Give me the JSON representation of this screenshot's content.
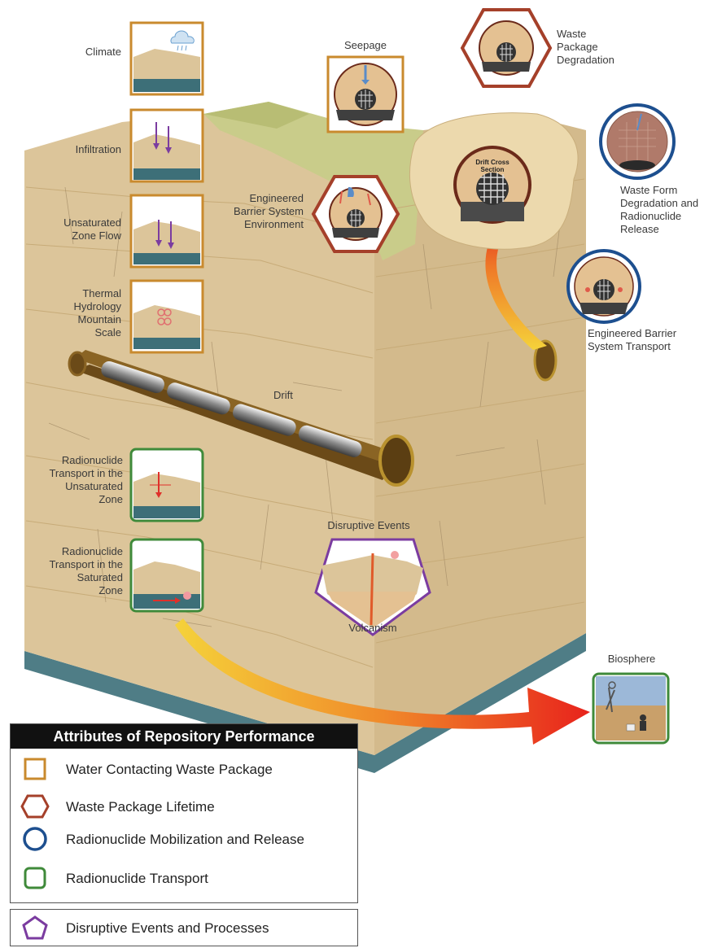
{
  "labels": {
    "climate": "Climate",
    "infiltration": "Infiltration",
    "unsaturated_1": "Unsaturated",
    "unsaturated_2": "Zone Flow",
    "thermal_1": "Thermal",
    "thermal_2": "Hydrology",
    "thermal_3": "Mountain",
    "thermal_4": "Scale",
    "seepage": "Seepage",
    "wp_degradation_1": "Waste",
    "wp_degradation_2": "Package",
    "wp_degradation_3": "Degradation",
    "ebs_env_1": "Engineered",
    "ebs_env_2": "Barrier System",
    "ebs_env_3": "Environment",
    "wf_degradation_1": "Waste Form",
    "wf_degradation_2": "Degradation and",
    "wf_degradation_3": "Radionuclide",
    "wf_degradation_4": "Release",
    "ebs_transport_1": "Engineered Barrier",
    "ebs_transport_2": "System Transport",
    "drift": "Drift",
    "drift_cross_1": "Drift Cross",
    "drift_cross_2": "Section",
    "rt_unsat_1": "Radionuclide",
    "rt_unsat_2": "Transport in the",
    "rt_unsat_3": "Unsaturated",
    "rt_unsat_4": "Zone",
    "rt_sat_1": "Radionuclide",
    "rt_sat_2": "Transport in the",
    "rt_sat_3": "Saturated",
    "rt_sat_4": "Zone",
    "disruptive": "Disruptive Events",
    "volcanism": "Volcanism",
    "biosphere": "Biosphere"
  },
  "legend": {
    "title": "Attributes of Repository Performance",
    "items": [
      {
        "label": "Water Contacting Waste Package",
        "symbol": "square",
        "color": "#c98a2e"
      },
      {
        "label": "Waste Package Lifetime",
        "symbol": "hexagon",
        "color": "#a5402a"
      },
      {
        "label": "Radionuclide Mobilization and Release",
        "symbol": "circle",
        "color": "#1d4f8f"
      },
      {
        "label": "Radionuclide Transport",
        "symbol": "square",
        "color": "#3f8a3a"
      }
    ],
    "extra": {
      "label": "Disruptive Events and Processes",
      "symbol": "pentagon",
      "color": "#7b3ca0"
    }
  },
  "colors": {
    "rock": "#dcc59a",
    "rock_dark": "#c9ae7c",
    "grass": "#c9cc8a",
    "base": "#4f7d86"
  }
}
